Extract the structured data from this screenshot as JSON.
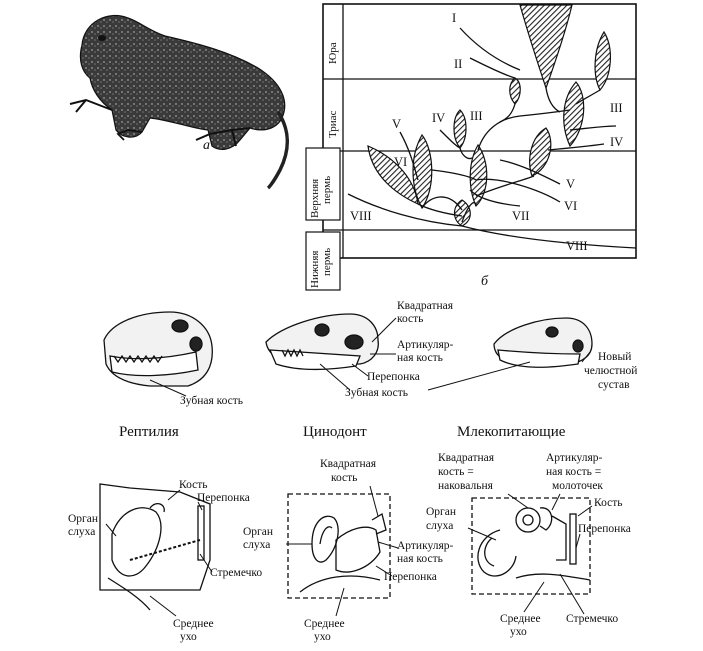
{
  "panel_letters": {
    "a": "а",
    "b": "б"
  },
  "periods": [
    {
      "name": "Юра"
    },
    {
      "name": "Триас"
    },
    {
      "name": "Верхняя\nпермь",
      "line1": "Верхняя",
      "line2": "пермь"
    },
    {
      "name": "Нижняя\nпермь",
      "line1": "Нижняя",
      "line2": "пермь"
    }
  ],
  "lineages": [
    "I",
    "II",
    "III",
    "IV",
    "V",
    "VI",
    "VII",
    "VIII"
  ],
  "skull_labels": {
    "quadrate": "Квадратная\nкость",
    "quadrate_l1": "Квадратная",
    "quadrate_l2": "кость",
    "articular_l1": "Артикуляр-",
    "articular_l2": "ная кость",
    "eardrum": "Перепонка",
    "dentary_1": "Зубная кость",
    "dentary_2": "Зубная кость",
    "new_joint_l1": "Новый",
    "new_joint_l2": "челюстной",
    "new_joint_l3": "сустав"
  },
  "groups": {
    "reptile": "Рептилия",
    "cynodont": "Цинодонт",
    "mammal": "Млекопитающие"
  },
  "ear_reptile": {
    "bone": "Кость",
    "eardrum": "Перепонка",
    "organ_l1": "Орган",
    "organ_l2": "слуха",
    "stapes": "Стремечко",
    "middle_l1": "Среднее",
    "middle_l2": "ухо"
  },
  "ear_cynodont": {
    "quadrate_l1": "Квадратная",
    "quadrate_l2": "кость",
    "organ_l1": "Орган",
    "organ_l2": "слуха",
    "articular_l1": "Артикуляр-",
    "articular_l2": "ная кость",
    "eardrum": "Перепонка",
    "middle_l1": "Среднее",
    "middle_l2": "ухо"
  },
  "ear_mammal": {
    "quadrate_l1": "Квадратная",
    "quadrate_l2": "кость =",
    "quadrate_l3": "наковальня",
    "articular_l1": "Артикуляр-",
    "articular_l2": "ная кость =",
    "articular_l3": "молоточек",
    "bone": "Кость",
    "organ_l1": "Орган",
    "organ_l2": "слуха",
    "eardrum": "Перепонка",
    "middle_l1": "Среднее",
    "middle_l2": "ухо",
    "stapes": "Стремечко"
  }
}
